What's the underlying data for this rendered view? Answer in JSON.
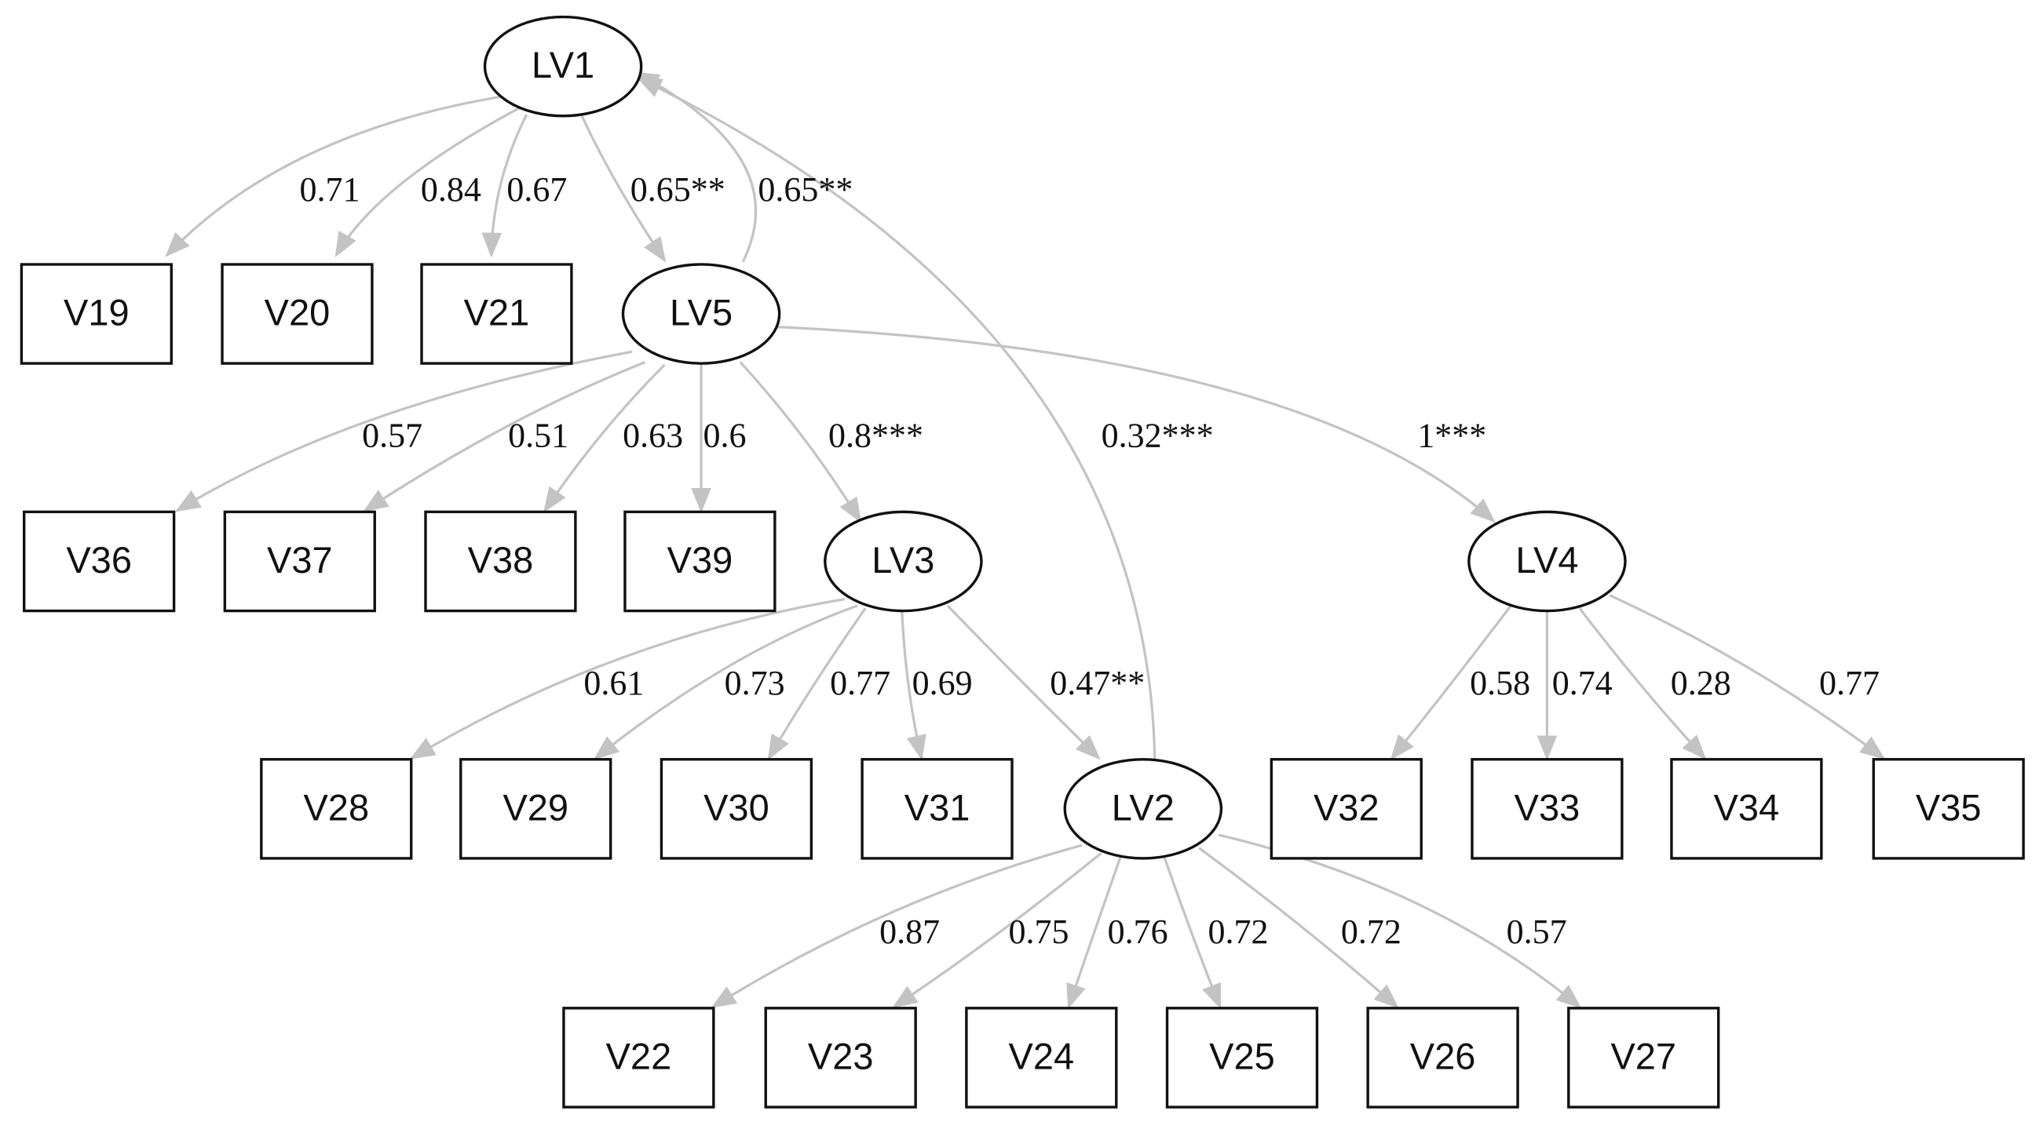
{
  "diagram": {
    "latent": [
      {
        "id": "LV1",
        "label": "LV1"
      },
      {
        "id": "LV5",
        "label": "LV5"
      },
      {
        "id": "LV3",
        "label": "LV3"
      },
      {
        "id": "LV4",
        "label": "LV4"
      },
      {
        "id": "LV2",
        "label": "LV2"
      }
    ],
    "observed": [
      {
        "id": "V19",
        "label": "V19"
      },
      {
        "id": "V20",
        "label": "V20"
      },
      {
        "id": "V21",
        "label": "V21"
      },
      {
        "id": "V36",
        "label": "V36"
      },
      {
        "id": "V37",
        "label": "V37"
      },
      {
        "id": "V38",
        "label": "V38"
      },
      {
        "id": "V39",
        "label": "V39"
      },
      {
        "id": "V28",
        "label": "V28"
      },
      {
        "id": "V29",
        "label": "V29"
      },
      {
        "id": "V30",
        "label": "V30"
      },
      {
        "id": "V31",
        "label": "V31"
      },
      {
        "id": "V32",
        "label": "V32"
      },
      {
        "id": "V33",
        "label": "V33"
      },
      {
        "id": "V34",
        "label": "V34"
      },
      {
        "id": "V35",
        "label": "V35"
      },
      {
        "id": "V22",
        "label": "V22"
      },
      {
        "id": "V23",
        "label": "V23"
      },
      {
        "id": "V24",
        "label": "V24"
      },
      {
        "id": "V25",
        "label": "V25"
      },
      {
        "id": "V26",
        "label": "V26"
      },
      {
        "id": "V27",
        "label": "V27"
      }
    ],
    "edges": [
      {
        "from": "LV1",
        "to": "V19",
        "label": "0.71"
      },
      {
        "from": "LV1",
        "to": "V20",
        "label": "0.84"
      },
      {
        "from": "LV1",
        "to": "V21",
        "label": "0.67"
      },
      {
        "from": "LV1",
        "to": "LV5",
        "label": "0.65**"
      },
      {
        "from": "LV5",
        "to": "LV1",
        "label": "0.65**"
      },
      {
        "from": "LV5",
        "to": "V36",
        "label": "0.57"
      },
      {
        "from": "LV5",
        "to": "V37",
        "label": "0.51"
      },
      {
        "from": "LV5",
        "to": "V38",
        "label": "0.63"
      },
      {
        "from": "LV5",
        "to": "V39",
        "label": "0.6"
      },
      {
        "from": "LV5",
        "to": "LV3",
        "label": "0.8***"
      },
      {
        "from": "LV2",
        "to": "LV1",
        "label": "0.32***"
      },
      {
        "from": "LV5",
        "to": "LV4",
        "label": "1***"
      },
      {
        "from": "LV3",
        "to": "V28",
        "label": "0.61"
      },
      {
        "from": "LV3",
        "to": "V29",
        "label": "0.73"
      },
      {
        "from": "LV3",
        "to": "V30",
        "label": "0.77"
      },
      {
        "from": "LV3",
        "to": "V31",
        "label": "0.69"
      },
      {
        "from": "LV3",
        "to": "LV2",
        "label": "0.47**"
      },
      {
        "from": "LV4",
        "to": "V32",
        "label": "0.58"
      },
      {
        "from": "LV4",
        "to": "V33",
        "label": "0.74"
      },
      {
        "from": "LV4",
        "to": "V34",
        "label": "0.28"
      },
      {
        "from": "LV4",
        "to": "V35",
        "label": "0.77"
      },
      {
        "from": "LV2",
        "to": "V22",
        "label": "0.87"
      },
      {
        "from": "LV2",
        "to": "V23",
        "label": "0.75"
      },
      {
        "from": "LV2",
        "to": "V24",
        "label": "0.76"
      },
      {
        "from": "LV2",
        "to": "V25",
        "label": "0.72"
      },
      {
        "from": "LV2",
        "to": "V26",
        "label": "0.72"
      },
      {
        "from": "LV2",
        "to": "V27",
        "label": "0.57"
      }
    ]
  }
}
